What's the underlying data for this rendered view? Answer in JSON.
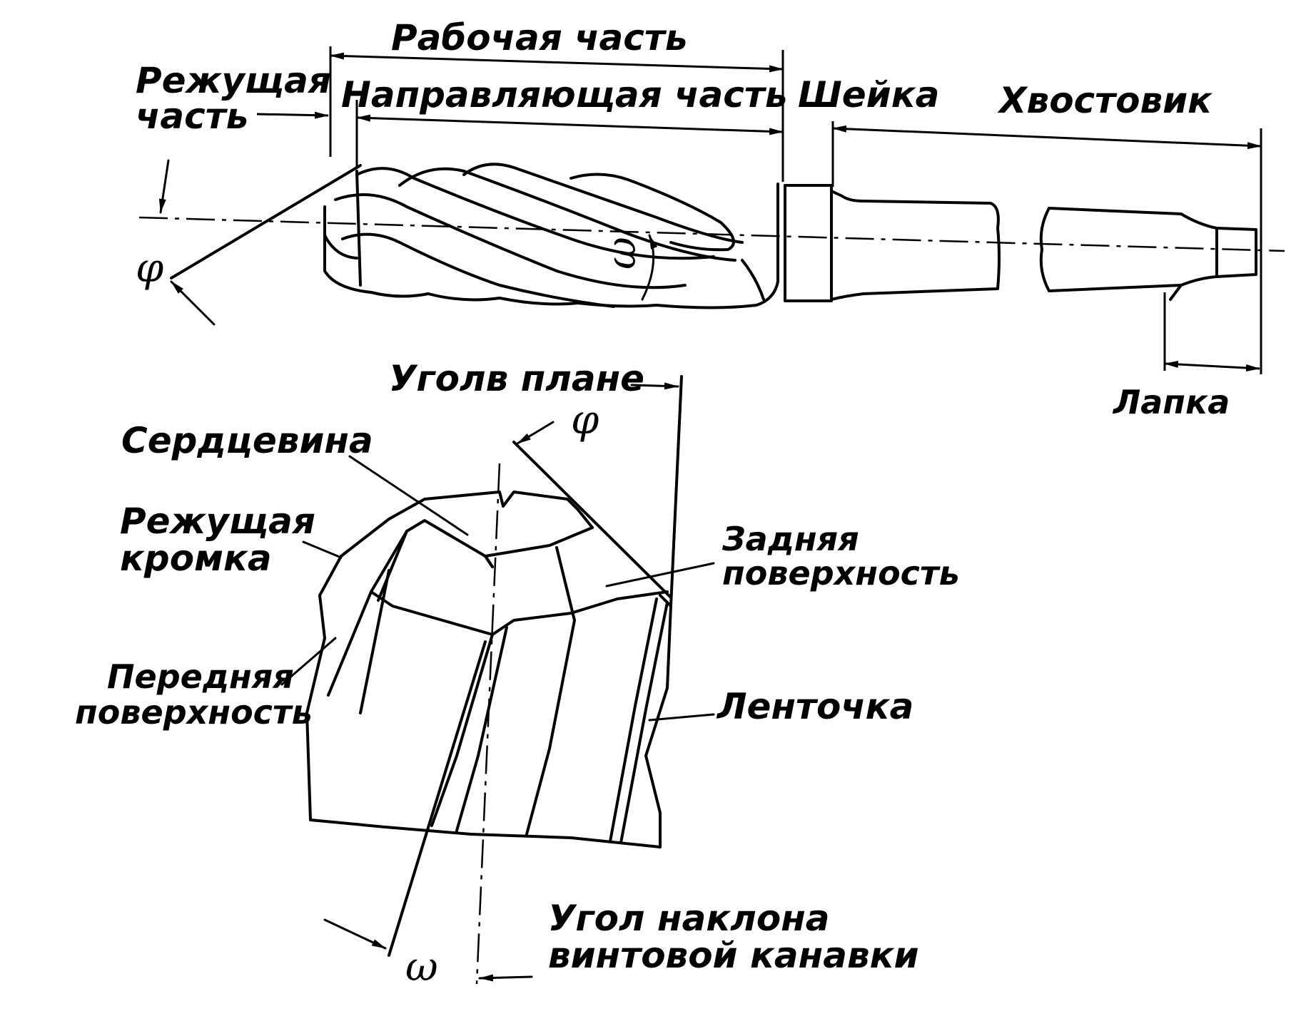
{
  "labels": {
    "working_part": "Рабочая часть",
    "cutting_part_1": "Режущая",
    "cutting_part_2": "часть",
    "guiding_part": "Направляющая часть",
    "neck": "Шейка",
    "shank": "Хвостовик",
    "phi_top": "φ",
    "omega_top": "ω",
    "plan_angle": "Уголв плане",
    "phi_bottom": "φ",
    "tang": "Лапка",
    "core": "Сердцевина",
    "cutting_edge_1": "Режущая",
    "cutting_edge_2": "кромка",
    "flank_1": "Задняя",
    "flank_2": "поверхность",
    "rake_1": "Передняя",
    "rake_2": "поверхность",
    "land": "Ленточка",
    "omega_bottom": "ω",
    "helix_1": "Угол наклона",
    "helix_2": "винтовой канавки"
  },
  "icons": [
    "dimension-arrow",
    "leader-line"
  ]
}
